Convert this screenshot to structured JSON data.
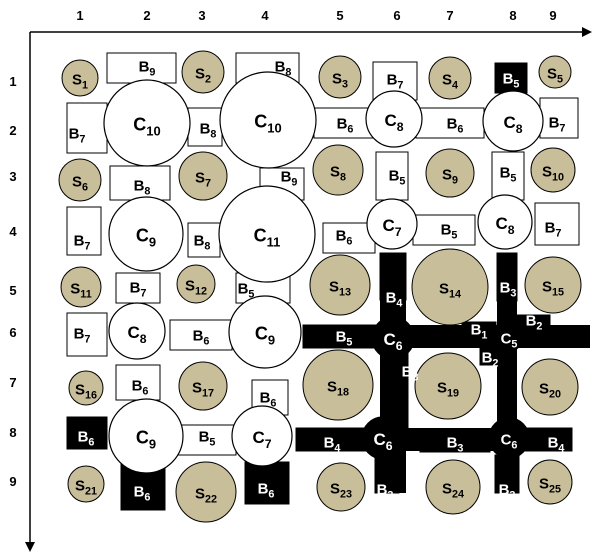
{
  "axes": {
    "columns": [
      "1",
      "2",
      "3",
      "4",
      "5",
      "6",
      "7",
      "8",
      "9"
    ],
    "rows": [
      "1",
      "2",
      "3",
      "4",
      "5",
      "6",
      "7",
      "8",
      "9"
    ]
  },
  "colors": {
    "sensor_fill": "#c9be9a",
    "node_fill": "#ffffff",
    "beam_filled": "#000000",
    "line": "#000000"
  },
  "sensors": [
    {
      "id": "S1",
      "base": "S",
      "sub": "1"
    },
    {
      "id": "S2",
      "base": "S",
      "sub": "2"
    },
    {
      "id": "S3",
      "base": "S",
      "sub": "3"
    },
    {
      "id": "S4",
      "base": "S",
      "sub": "4"
    },
    {
      "id": "S5",
      "base": "S",
      "sub": "5"
    },
    {
      "id": "S6",
      "base": "S",
      "sub": "6"
    },
    {
      "id": "S7",
      "base": "S",
      "sub": "7"
    },
    {
      "id": "S8",
      "base": "S",
      "sub": "8"
    },
    {
      "id": "S9",
      "base": "S",
      "sub": "9"
    },
    {
      "id": "S10",
      "base": "S",
      "sub": "10"
    },
    {
      "id": "S11",
      "base": "S",
      "sub": "11"
    },
    {
      "id": "S12",
      "base": "S",
      "sub": "12"
    },
    {
      "id": "S13",
      "base": "S",
      "sub": "13"
    },
    {
      "id": "S14",
      "base": "S",
      "sub": "14"
    },
    {
      "id": "S15",
      "base": "S",
      "sub": "15"
    },
    {
      "id": "S16",
      "base": "S",
      "sub": "16"
    },
    {
      "id": "S17",
      "base": "S",
      "sub": "17"
    },
    {
      "id": "S18",
      "base": "S",
      "sub": "18"
    },
    {
      "id": "S19",
      "base": "S",
      "sub": "19"
    },
    {
      "id": "S20",
      "base": "S",
      "sub": "20"
    },
    {
      "id": "S21",
      "base": "S",
      "sub": "21"
    },
    {
      "id": "S22",
      "base": "S",
      "sub": "22"
    },
    {
      "id": "S23",
      "base": "S",
      "sub": "23"
    },
    {
      "id": "S24",
      "base": "S",
      "sub": "24"
    },
    {
      "id": "S25",
      "base": "S",
      "sub": "25"
    }
  ],
  "nodes": [
    {
      "id": "C10-a",
      "base": "C",
      "sub": "10",
      "filled": false
    },
    {
      "id": "C10-b",
      "base": "C",
      "sub": "10",
      "filled": false
    },
    {
      "id": "C8-a",
      "base": "C",
      "sub": "8",
      "filled": false
    },
    {
      "id": "C8-b",
      "base": "C",
      "sub": "8",
      "filled": false
    },
    {
      "id": "C9-a",
      "base": "C",
      "sub": "9",
      "filled": false
    },
    {
      "id": "C11",
      "base": "C",
      "sub": "11",
      "filled": false
    },
    {
      "id": "C7-a",
      "base": "C",
      "sub": "7",
      "filled": false
    },
    {
      "id": "C8-c",
      "base": "C",
      "sub": "8",
      "filled": false
    },
    {
      "id": "C8-d",
      "base": "C",
      "sub": "8",
      "filled": false
    },
    {
      "id": "C9-b",
      "base": "C",
      "sub": "9",
      "filled": false
    },
    {
      "id": "C6-a",
      "base": "C",
      "sub": "6",
      "filled": true
    },
    {
      "id": "C5",
      "base": "C",
      "sub": "5",
      "filled": true
    },
    {
      "id": "C9-c",
      "base": "C",
      "sub": "9",
      "filled": false
    },
    {
      "id": "C7-b",
      "base": "C",
      "sub": "7",
      "filled": false
    },
    {
      "id": "C6-b",
      "base": "C",
      "sub": "6",
      "filled": true
    },
    {
      "id": "C6-c",
      "base": "C",
      "sub": "6",
      "filled": true
    }
  ],
  "beams": [
    {
      "id": "b1",
      "base": "B",
      "sub": "9",
      "filled": false
    },
    {
      "id": "b2",
      "base": "B",
      "sub": "8",
      "filled": false
    },
    {
      "id": "b3",
      "base": "B",
      "sub": "7",
      "filled": false
    },
    {
      "id": "b4",
      "base": "B",
      "sub": "5",
      "filled": true
    },
    {
      "id": "b5",
      "base": "B",
      "sub": "7",
      "filled": false
    },
    {
      "id": "b6",
      "base": "B",
      "sub": "8",
      "filled": false
    },
    {
      "id": "b7",
      "base": "B",
      "sub": "6",
      "filled": false
    },
    {
      "id": "b8",
      "base": "B",
      "sub": "6",
      "filled": false
    },
    {
      "id": "b9",
      "base": "B",
      "sub": "7",
      "filled": false
    },
    {
      "id": "b10",
      "base": "B",
      "sub": "8",
      "filled": false
    },
    {
      "id": "b11",
      "base": "B",
      "sub": "9",
      "filled": false
    },
    {
      "id": "b12",
      "base": "B",
      "sub": "5",
      "filled": false
    },
    {
      "id": "b13",
      "base": "B",
      "sub": "5",
      "filled": false
    },
    {
      "id": "b14",
      "base": "B",
      "sub": "7",
      "filled": false
    },
    {
      "id": "b15",
      "base": "B",
      "sub": "8",
      "filled": false
    },
    {
      "id": "b16",
      "base": "B",
      "sub": "6",
      "filled": false
    },
    {
      "id": "b17",
      "base": "B",
      "sub": "5",
      "filled": false
    },
    {
      "id": "b18",
      "base": "B",
      "sub": "7",
      "filled": false
    },
    {
      "id": "b19",
      "base": "B",
      "sub": "7",
      "filled": false
    },
    {
      "id": "b20",
      "base": "B",
      "sub": "5",
      "filled": false
    },
    {
      "id": "b21",
      "base": "B",
      "sub": "4",
      "filled": true
    },
    {
      "id": "b22",
      "base": "B",
      "sub": "3",
      "filled": true
    },
    {
      "id": "b23",
      "base": "B",
      "sub": "7",
      "filled": false
    },
    {
      "id": "b24",
      "base": "B",
      "sub": "6",
      "filled": false
    },
    {
      "id": "b25",
      "base": "B",
      "sub": "5",
      "filled": true
    },
    {
      "id": "b26",
      "base": "B",
      "sub": "1",
      "filled": true
    },
    {
      "id": "b27",
      "base": "B",
      "sub": "2",
      "filled": true
    },
    {
      "id": "b28",
      "base": "B",
      "sub": "6",
      "filled": false
    },
    {
      "id": "b29",
      "base": "B",
      "sub": "3",
      "filled": true
    },
    {
      "id": "b30",
      "base": "B",
      "sub": "2",
      "filled": true
    },
    {
      "id": "b31",
      "base": "B",
      "sub": "6",
      "filled": false
    },
    {
      "id": "b32",
      "base": "B",
      "sub": "6",
      "filled": true
    },
    {
      "id": "b33",
      "base": "B",
      "sub": "5",
      "filled": false
    },
    {
      "id": "b34",
      "base": "B",
      "sub": "4",
      "filled": true
    },
    {
      "id": "b35",
      "base": "B",
      "sub": "3",
      "filled": true
    },
    {
      "id": "b36",
      "base": "B",
      "sub": "4",
      "filled": true
    },
    {
      "id": "b37",
      "base": "B",
      "sub": "6",
      "filled": true
    },
    {
      "id": "b38",
      "base": "B",
      "sub": "6",
      "filled": true
    },
    {
      "id": "b39",
      "base": "B",
      "sub": "3",
      "filled": true
    },
    {
      "id": "b40",
      "base": "B",
      "sub": "3",
      "filled": true
    }
  ]
}
